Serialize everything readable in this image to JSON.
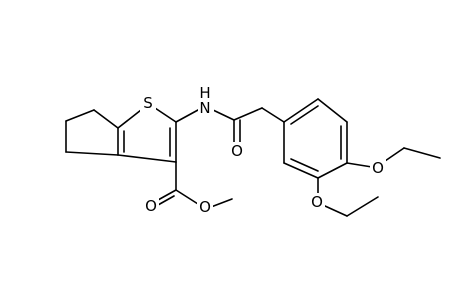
{
  "molecule": {
    "atoms": {
      "sulfur": "S",
      "amide_nitrogen": "N",
      "amide_hydrogen": "H",
      "amide_oxygen": "O",
      "ester_carbonyl_oxygen": "O",
      "ester_ether_oxygen": "O",
      "ethoxy_oxygen_4": "O",
      "ethoxy_oxygen_3": "O"
    }
  }
}
